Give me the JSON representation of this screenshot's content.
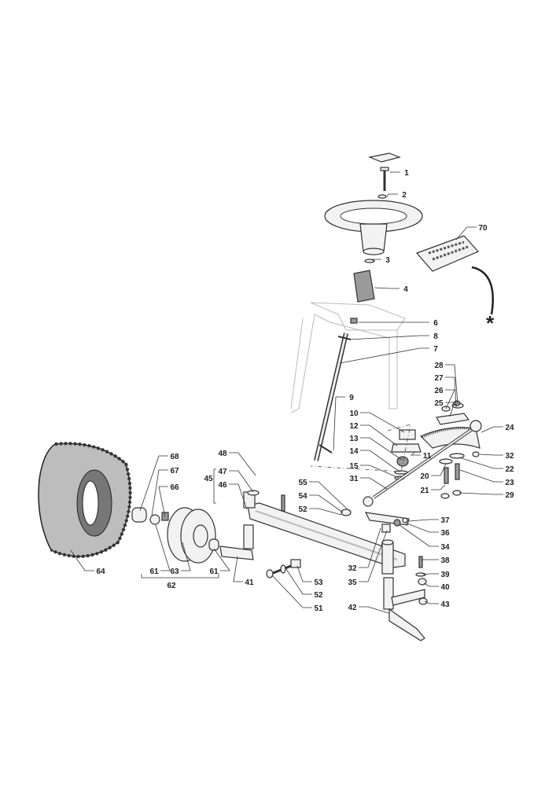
{
  "diagram": {
    "callouts": [
      "1",
      "2",
      "70",
      "3",
      "4",
      "6",
      "8",
      "7",
      "28",
      "27",
      "26",
      "25",
      "9",
      "10",
      "24",
      "12",
      "11",
      "13",
      "32",
      "22",
      "14",
      "15",
      "23",
      "20",
      "31",
      "21",
      "29",
      "68",
      "67",
      "48",
      "47",
      "66",
      "45",
      "46",
      "55",
      "54",
      "52",
      "37",
      "36",
      "34",
      "61",
      "63",
      "62",
      "61",
      "41",
      "32",
      "38",
      "35",
      "39",
      "53",
      "40",
      "52",
      "42",
      "43",
      "51",
      "64"
    ],
    "asterisk": "*"
  }
}
